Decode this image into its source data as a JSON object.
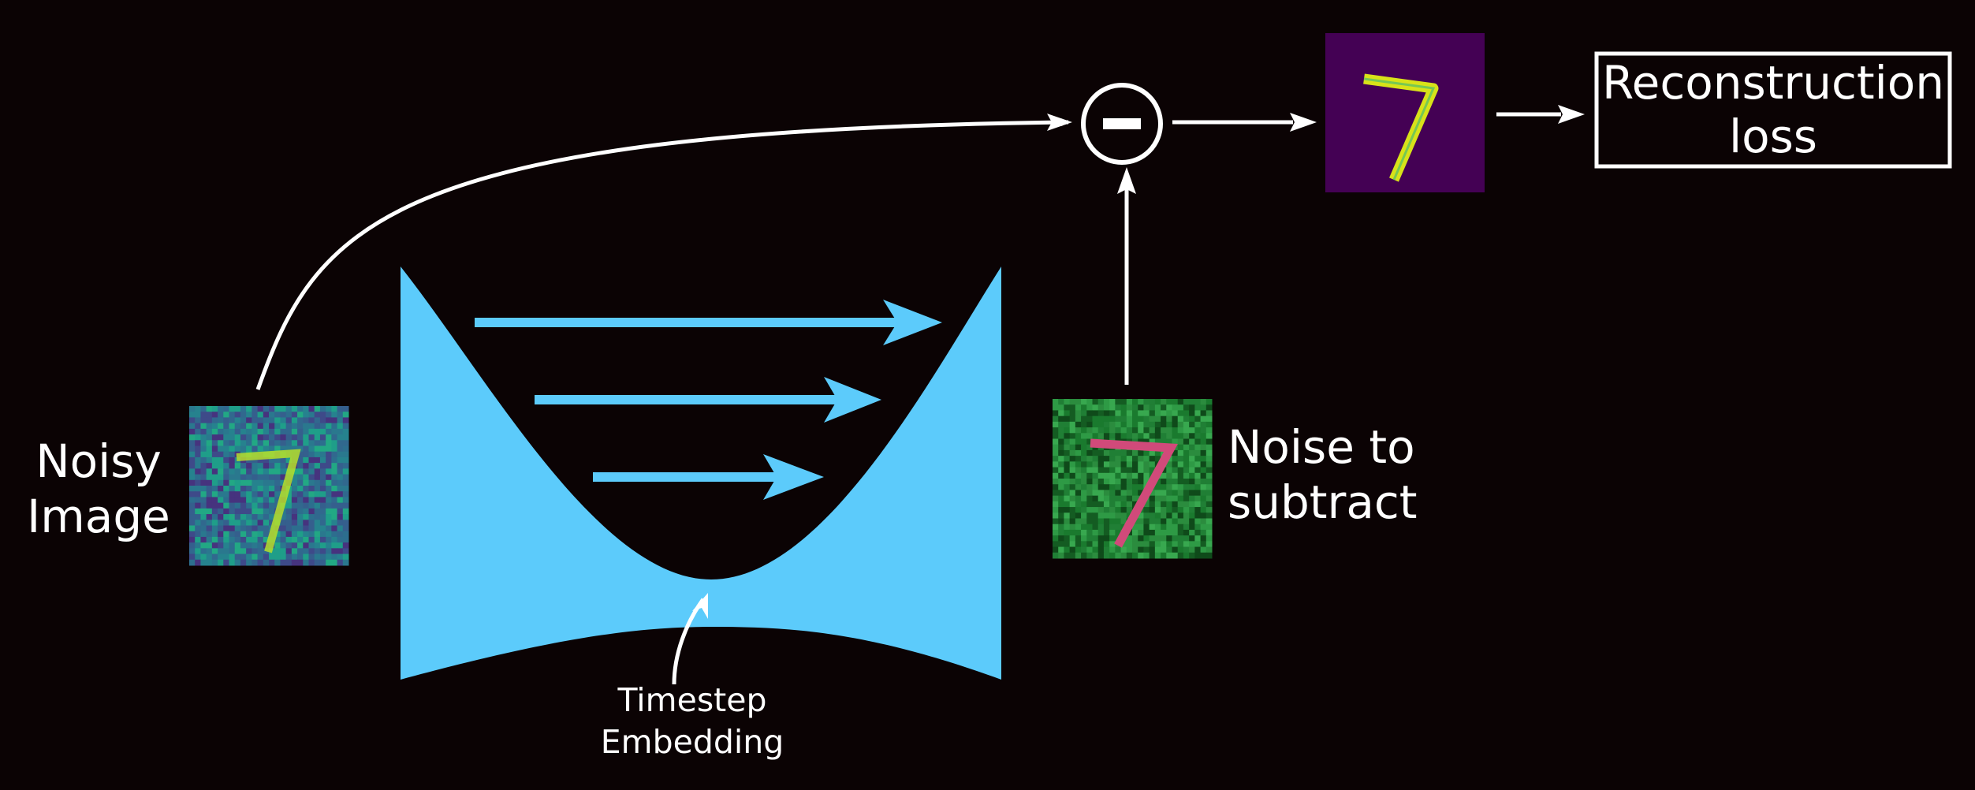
{
  "labels": {
    "noisy_image_line1": "Noisy",
    "noisy_image_line2": "Image",
    "noise_line1": "Noise to",
    "noise_line2": "subtract",
    "loss_line1": "Reconstruction",
    "loss_line2": "loss",
    "timestep_line1": "Timestep",
    "timestep_line2": "Embedding"
  },
  "colors": {
    "background": "#0b0304",
    "unet": "#5ccbfb",
    "lines": "#ffffff",
    "noisy_image_bg": "#2d6e8e",
    "noise_bg": "#1f8a3a",
    "noise_digit": "#d14a7a",
    "clean_image_bg": "#440154",
    "clean_digit": "#d8e219"
  },
  "icons": {
    "subtract": "minus-circle-icon"
  }
}
